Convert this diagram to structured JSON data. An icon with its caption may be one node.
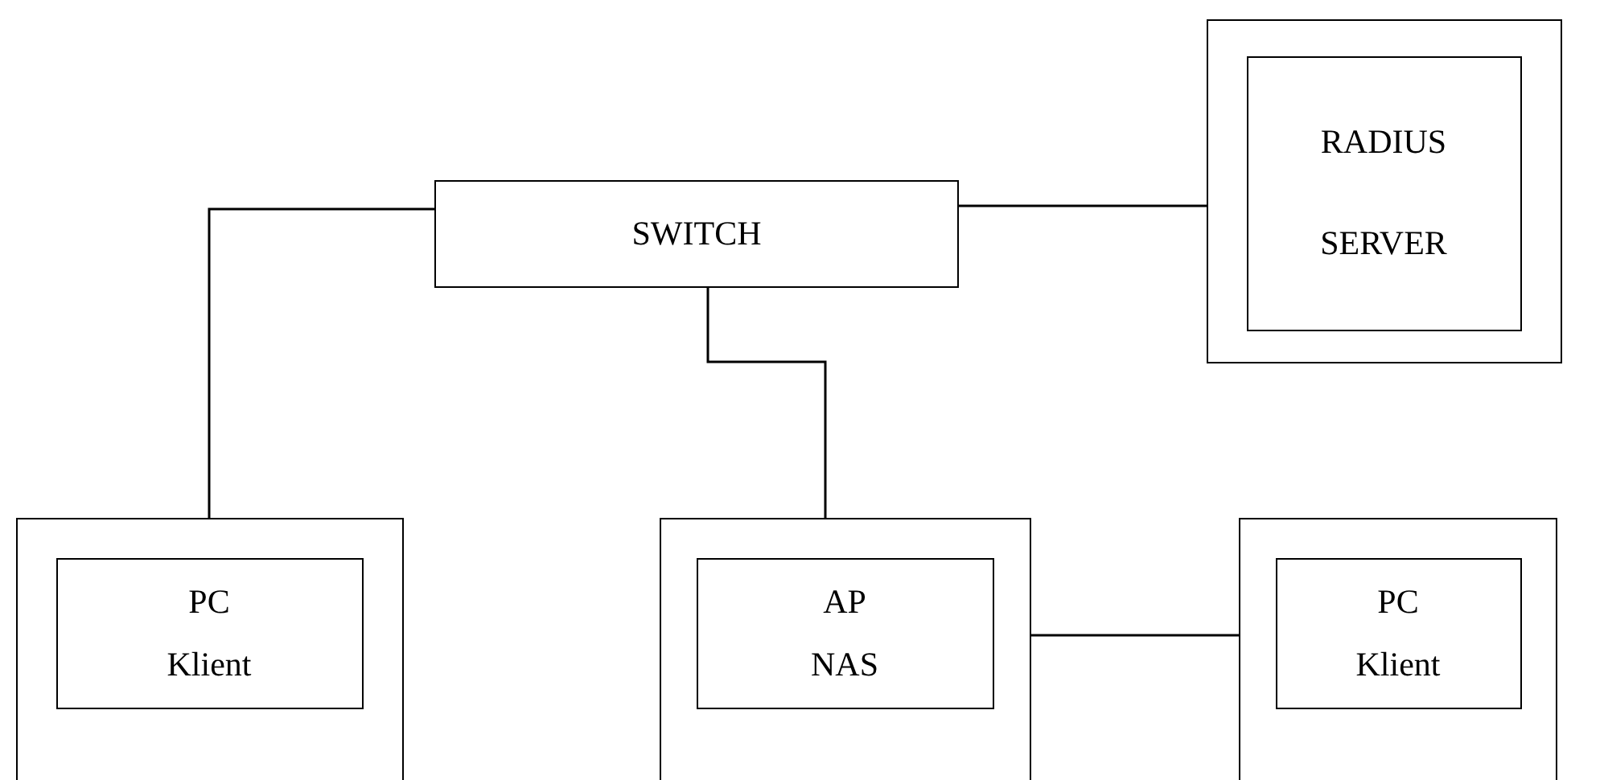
{
  "diagram": {
    "nodes": [
      {
        "text": [
          "SWITCH"
        ]
      },
      {
        "text": [],
        "shape": "box"
      },
      {
        "text": [
          "RADIUS",
          "SERVER"
        ],
        "in": 1
      },
      {
        "text": [],
        "shape": "box"
      },
      {
        "text": [
          "PC",
          "Klient"
        ],
        "in": 3
      },
      {
        "text": [],
        "shape": "box"
      },
      {
        "text": [
          "AP",
          "NAS"
        ],
        "in": 5
      },
      {
        "text": [],
        "shape": "box"
      },
      {
        "text": [
          "PC",
          "Klient"
        ],
        "in": 7
      }
    ],
    "edges": [
      {
        "from": 0,
        "to": 3,
        "arrow": "none"
      },
      {
        "from": 0,
        "to": 1,
        "arrow": "none"
      },
      {
        "from": 0,
        "to": 5,
        "arrow": "none"
      },
      {
        "from": 6,
        "to": 7,
        "arrow": "none"
      }
    ]
  }
}
